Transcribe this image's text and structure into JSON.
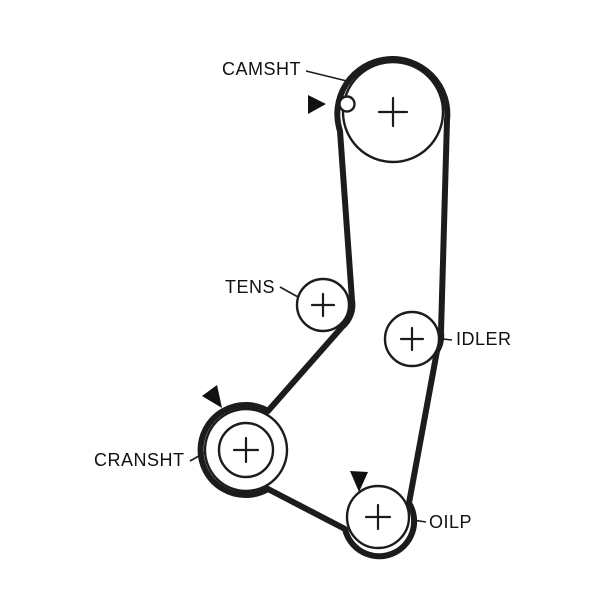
{
  "diagram": {
    "type": "timing-belt-routing",
    "colors": {
      "background": "#ffffff",
      "line": "#1c1c1c",
      "arrow": "#111111"
    },
    "labels": {
      "camshaft": "CAMSHT",
      "tensioner": "TENS",
      "idler": "IDLER",
      "crankshaft": "CRANSHT",
      "oil_pump": "OILP"
    },
    "icons": {
      "timing_mark_arrow": "filled-triangle",
      "timing_mark_hole": "small-circle"
    }
  }
}
